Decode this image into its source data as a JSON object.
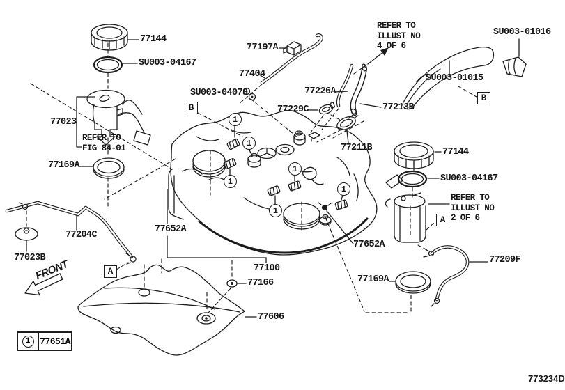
{
  "diagram_code": "773234D",
  "front_indicator": "FRONT",
  "legend": {
    "marker_symbol": "1",
    "part_number": "77651A"
  },
  "callouts": {
    "a": "A",
    "b": "B"
  },
  "markers": {
    "clip_marker": "1"
  },
  "parts": {
    "fuel_cap_left": "77144",
    "cap_gasket_left": "SU003-04167",
    "fuel_pump_assembly": "77023",
    "refer_fig_note": "REFER TO\nFIG 84-01",
    "ring_left": "77169A",
    "breather_tube": "77204C",
    "grommet_left": "77023B",
    "band_left": "77652A",
    "fuel_tank": "77100",
    "shield_grommet": "77166",
    "tank_protector": "77606",
    "connector": "77197A",
    "vent_tube": "77404",
    "tube_clamp": "SU003-04078",
    "hose_clamp_mid": "77229C",
    "inlet_hose": "77226A",
    "filler_hose": "77213B",
    "filler_clamp": "77211B",
    "refer_illust_4_note": "REFER TO\nILLUST NO\n4 OF 6",
    "protector_patch": "SU003-01016",
    "protector_band": "SU003-01015",
    "fuel_cap_right": "77144",
    "cap_gasket_right": "SU003-04167",
    "refer_illust_2_note": "REFER TO\nILLUST NO\n2 OF 6",
    "fuel_tube_right": "77209F",
    "ring_right": "77169A",
    "band_right": "77652A"
  },
  "colors": {
    "line": "#1c1c1c",
    "background": "#ffffff"
  }
}
